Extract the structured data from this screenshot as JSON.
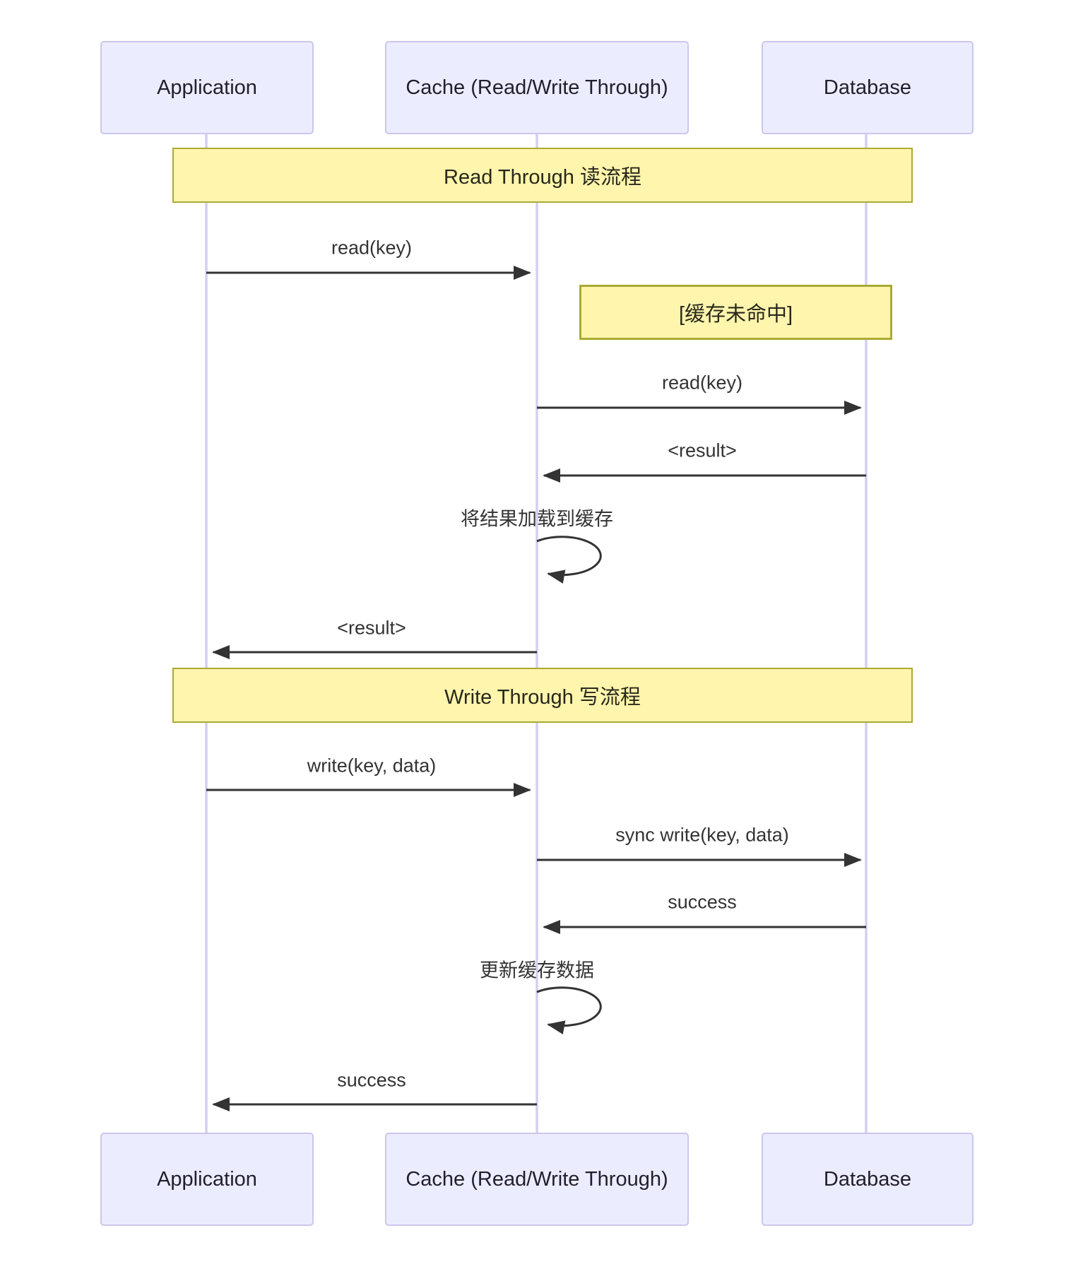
{
  "diagram": {
    "type": "sequence",
    "participants": [
      {
        "id": "app",
        "label": "Application"
      },
      {
        "id": "cache",
        "label": "Cache (Read/Write Through)"
      },
      {
        "id": "db",
        "label": "Database"
      }
    ],
    "banners": [
      {
        "label": "Read Through 读流程"
      },
      {
        "label": "Write Through 写流程"
      }
    ],
    "notes": [
      {
        "over": "cache-db",
        "label": "[缓存未命中]"
      }
    ],
    "messages": [
      {
        "from": "Application",
        "to": "Cache",
        "kind": "arrow",
        "label": "read(key)"
      },
      {
        "from": "Cache",
        "to": "Database",
        "kind": "arrow",
        "label": "read(key)"
      },
      {
        "from": "Database",
        "to": "Cache",
        "kind": "arrow",
        "label": "<result>"
      },
      {
        "from": "Cache",
        "to": "Cache",
        "kind": "self-loop",
        "label": "将结果加载到缓存"
      },
      {
        "from": "Cache",
        "to": "Application",
        "kind": "arrow",
        "label": "<result>"
      },
      {
        "from": "Application",
        "to": "Cache",
        "kind": "arrow",
        "label": "write(key, data)"
      },
      {
        "from": "Cache",
        "to": "Database",
        "kind": "arrow",
        "label": "sync write(key, data)"
      },
      {
        "from": "Database",
        "to": "Cache",
        "kind": "arrow",
        "label": "success"
      },
      {
        "from": "Cache",
        "to": "Cache",
        "kind": "self-loop",
        "label": "更新缓存数据"
      },
      {
        "from": "Cache",
        "to": "Application",
        "kind": "arrow",
        "label": "success"
      }
    ],
    "colors": {
      "actor_fill": "#ECECFF",
      "actor_border": "#CCC6EC",
      "lifeline": "#D8CDF0",
      "note_fill": "#FFF5AD",
      "note_border": "#AAAA33",
      "arrow": "#333333",
      "text": "#333333"
    }
  }
}
